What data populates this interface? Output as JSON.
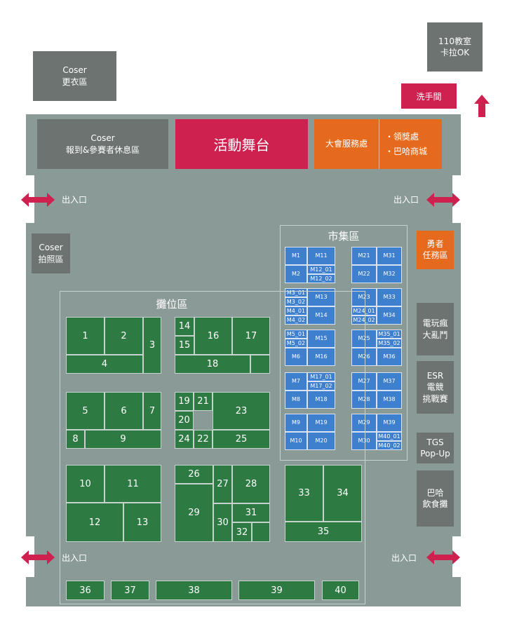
{
  "top": {
    "classroom": [
      "110教室",
      "卡拉OK"
    ],
    "coser_change": [
      "Coser",
      "更衣區"
    ],
    "restroom": "洗手間",
    "coser_checkin": [
      "Coser",
      "報到&參賽者休息區"
    ],
    "stage": "活動舞台",
    "service": "大會服務處",
    "prize": "・領獎處",
    "shop": "・巴哈商城"
  },
  "entrances": {
    "label": "出入口"
  },
  "left_side": {
    "coser_photo": [
      "Coser",
      "拍照區"
    ]
  },
  "right_side": {
    "quest": [
      "勇者",
      "任務區"
    ],
    "arcade": [
      "電玩瘋",
      "大亂鬥"
    ],
    "esr": [
      "ESR",
      "電競",
      "挑戰賽"
    ],
    "tgs": [
      "TGS",
      "Pop-Up"
    ],
    "food": [
      "巴哈",
      "飲食攤"
    ]
  },
  "market": {
    "title": "市集區",
    "stalls": {
      "M1": "M1",
      "M11": "M11",
      "M2": "M2",
      "M12_01": "M12_01",
      "M12_02": "M12_02",
      "M21": "M21",
      "M31": "M31",
      "M22": "M22",
      "M32": "M32",
      "M3_01": "M3_01",
      "M3_02": "M3_02",
      "M4_01": "M4_01",
      "M4_02": "M4_02",
      "M13": "M13",
      "M14": "M14",
      "M23": "M23",
      "M33": "M33",
      "M24_01": "M24_01",
      "M24_02": "M24_02",
      "M34": "M34",
      "M5_01": "M5_01",
      "M5_02": "M5_02",
      "M15": "M15",
      "M6": "M6",
      "M16": "M16",
      "M25": "M25",
      "M35_01": "M35_01",
      "M35_02": "M35_02",
      "M26": "M26",
      "M36": "M36",
      "M7": "M7",
      "M17_01": "M17_01",
      "M17_02": "M17_02",
      "M8": "M8",
      "M18": "M18",
      "M27": "M27",
      "M37": "M37",
      "M28": "M28",
      "M38": "M38",
      "M9": "M9",
      "M19": "M19",
      "M10": "M10",
      "M20": "M20",
      "M29": "M29",
      "M39": "M39",
      "M30": "M30",
      "M40_01": "M40_01",
      "M40_02": "M40_02"
    }
  },
  "booth": {
    "title": "攤位區",
    "stalls": {
      "1": "1",
      "2": "2",
      "3": "3",
      "4": "4",
      "5": "5",
      "6": "6",
      "7": "7",
      "8": "8",
      "9": "9",
      "10": "10",
      "11": "11",
      "12": "12",
      "13": "13",
      "14": "14",
      "15": "15",
      "16": "16",
      "17": "17",
      "18": "18",
      "19": "19",
      "20": "20",
      "21": "21",
      "22": "22",
      "23": "23",
      "24": "24",
      "25": "25",
      "26": "26",
      "27": "27",
      "28": "28",
      "29": "29",
      "30": "30",
      "31": "31",
      "32": "32",
      "33": "33",
      "34": "34",
      "35": "35",
      "36": "36",
      "37": "37",
      "38": "38",
      "39": "39",
      "40": "40"
    }
  },
  "colors": {
    "hall": "#8a9a96",
    "gray_block": "#6c7370",
    "stage_red": "#cf2150",
    "service_orange": "#e56a1d",
    "booth_green": "#2e7a43",
    "market_blue": "#3e7fce"
  }
}
